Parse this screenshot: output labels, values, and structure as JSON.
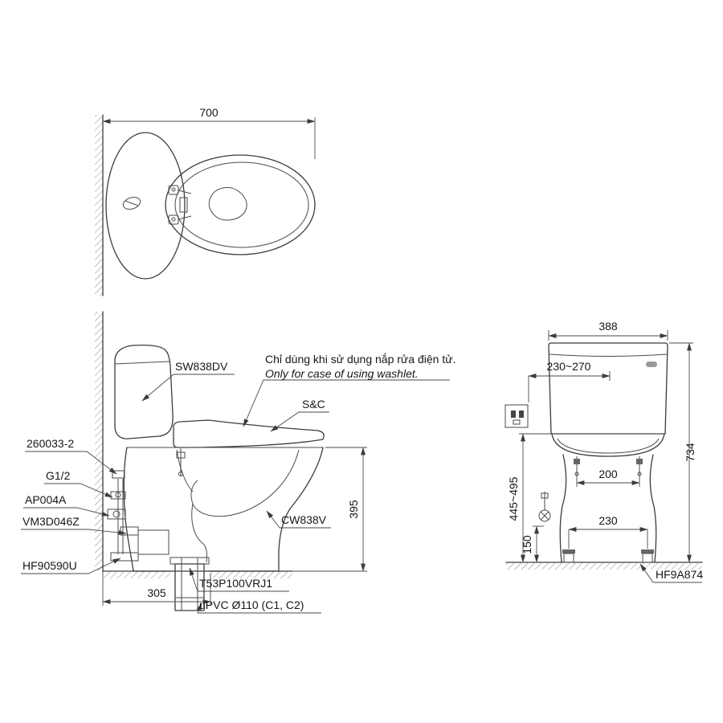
{
  "colors": {
    "line": "#3c3c3c",
    "text": "#161616",
    "hatch": "#8a8a8a"
  },
  "top_view": {
    "dims": {
      "overall_depth": "700"
    }
  },
  "side_view": {
    "note_line1": "Chỉ dùng khi sử dụng nắp rửa điện tử.",
    "note_line2": "Only for case of using washlet.",
    "labels": {
      "tank": "SW838DV",
      "seat": "S&C",
      "bowl": "CW838V",
      "inlet_fitting": "260033-2",
      "thread": "G1/2",
      "stop_valve": "AP004A",
      "connector": "VM3D046Z",
      "base_seal": "HF90590U",
      "drain_joint": "T53P100VRJ1",
      "drain_pipe": "uPVC Ø110 (C1, C2)"
    },
    "dims": {
      "rim_height": "395",
      "outlet_from_wall": "305"
    }
  },
  "front_view": {
    "labels": {
      "floor_flange": "HF9A874"
    },
    "dims": {
      "tank_width": "388",
      "outlet_range": "230~270",
      "total_height": "734",
      "seat_height_range": "445~495",
      "seat_bolt_spacing": "200",
      "base_bolt_spacing": "230",
      "supply_height": "150"
    }
  }
}
